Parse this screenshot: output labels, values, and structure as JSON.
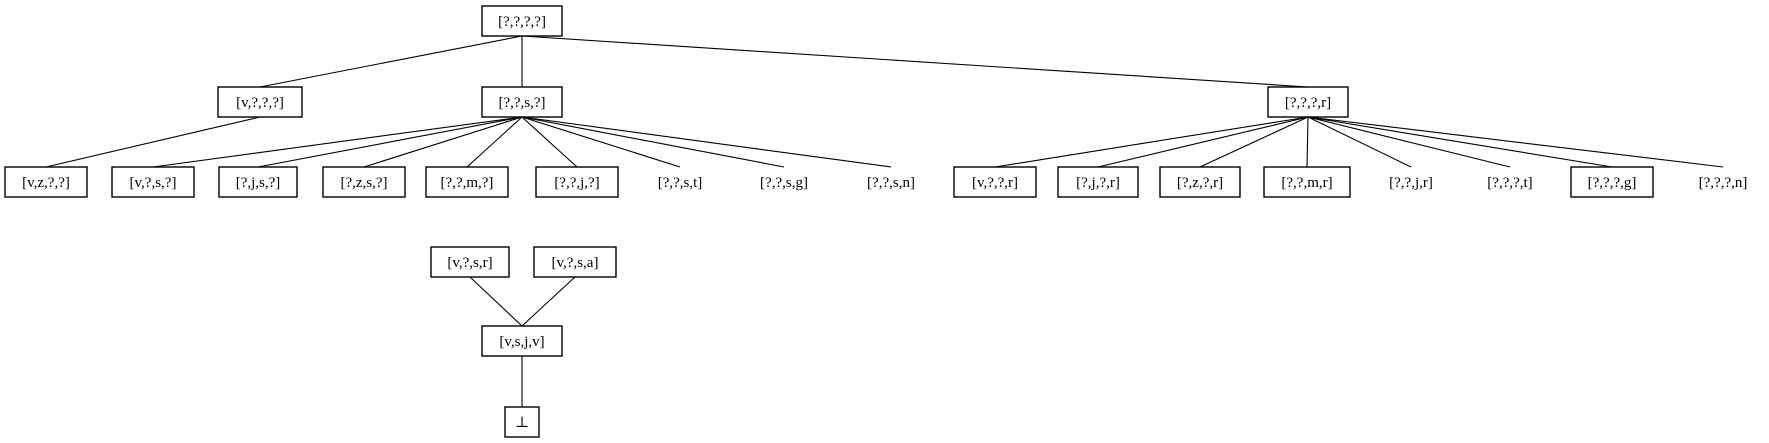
{
  "diagram": {
    "colors": {
      "line": "#000000",
      "box": "#ffffff",
      "text": "#000000"
    },
    "nodes": [
      {
        "id": "root",
        "label": "[?,?,?,?]",
        "boxed": true
      },
      {
        "id": "v___",
        "label": "[v,?,?,?]",
        "boxed": true
      },
      {
        "id": "__s_",
        "label": "[?,?,s,?]",
        "boxed": true
      },
      {
        "id": "___r",
        "label": "[?,?,?,r]",
        "boxed": true
      },
      {
        "id": "vz__",
        "label": "[v,z,?,?]",
        "boxed": true
      },
      {
        "id": "v_s_",
        "label": "[v,?,s,?]",
        "boxed": true
      },
      {
        "id": "_js_",
        "label": "[?,j,s,?]",
        "boxed": true
      },
      {
        "id": "_zs_",
        "label": "[?,z,s,?]",
        "boxed": true
      },
      {
        "id": "__m_",
        "label": "[?,?,m,?]",
        "boxed": true
      },
      {
        "id": "__j_",
        "label": "[?,?,j,?]",
        "boxed": true
      },
      {
        "id": "__st",
        "label": "[?,?,s,t]",
        "boxed": false
      },
      {
        "id": "__sg",
        "label": "[?,?,s,g]",
        "boxed": false
      },
      {
        "id": "__sn",
        "label": "[?,?,s,n]",
        "boxed": false
      },
      {
        "id": "v__r",
        "label": "[v,?,?,r]",
        "boxed": true
      },
      {
        "id": "_j_r",
        "label": "[?,j,?,r]",
        "boxed": true
      },
      {
        "id": "_z_r",
        "label": "[?,z,?,r]",
        "boxed": true
      },
      {
        "id": "__mr",
        "label": "[?,?,m,r]",
        "boxed": true
      },
      {
        "id": "__jr",
        "label": "[?,?,j,r]",
        "boxed": false
      },
      {
        "id": "___t",
        "label": "[?,?,?,t]",
        "boxed": false
      },
      {
        "id": "___g",
        "label": "[?,?,?,g]",
        "boxed": true
      },
      {
        "id": "___n",
        "label": "[?,?,?,n]",
        "boxed": false
      },
      {
        "id": "v_sr",
        "label": "[v,?,s,r]",
        "boxed": true
      },
      {
        "id": "v_sa",
        "label": "[v,?,s,a]",
        "boxed": true
      },
      {
        "id": "vsjv",
        "label": "[v,s,j,v]",
        "boxed": true
      },
      {
        "id": "bottom",
        "label": "⊥",
        "boxed": true
      }
    ],
    "edges": [
      [
        "root",
        "v___"
      ],
      [
        "root",
        "__s_"
      ],
      [
        "root",
        "___r"
      ],
      [
        "v___",
        "vz__"
      ],
      [
        "__s_",
        "v_s_"
      ],
      [
        "__s_",
        "_js_"
      ],
      [
        "__s_",
        "_zs_"
      ],
      [
        "__s_",
        "__m_"
      ],
      [
        "__s_",
        "__j_"
      ],
      [
        "__s_",
        "__st"
      ],
      [
        "__s_",
        "__sg"
      ],
      [
        "__s_",
        "__sn"
      ],
      [
        "___r",
        "v__r"
      ],
      [
        "___r",
        "_j_r"
      ],
      [
        "___r",
        "_z_r"
      ],
      [
        "___r",
        "__mr"
      ],
      [
        "___r",
        "__jr"
      ],
      [
        "___r",
        "___t"
      ],
      [
        "___r",
        "___g"
      ],
      [
        "___r",
        "___n"
      ],
      [
        "v_sr",
        "vsjv"
      ],
      [
        "v_sa",
        "vsjv"
      ],
      [
        "vsjv",
        "bottom"
      ]
    ]
  }
}
